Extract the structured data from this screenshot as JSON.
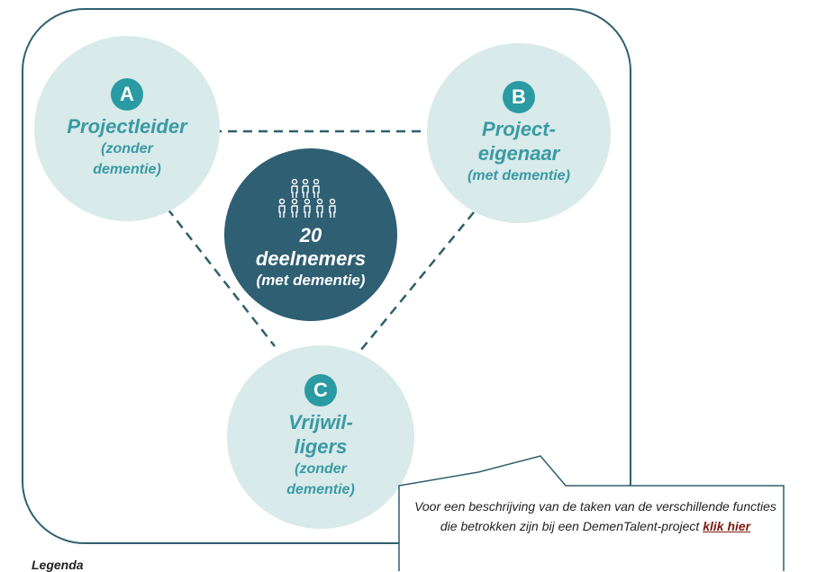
{
  "roles": [
    {
      "badge": "A",
      "title": "Projectleider",
      "subtitle": "(zonder dementie)"
    },
    {
      "badge": "B",
      "title": "Project-eigenaar",
      "subtitle": "(met dementie)"
    },
    {
      "badge": "C",
      "title": "Vrijwil-ligers",
      "subtitle": "(zonder dementie)"
    }
  ],
  "center": {
    "count": "20",
    "label": "deelnemers",
    "subtitle": "(met dementie)"
  },
  "callout": {
    "text": "Voor een beschrijving van de taken van de verschillende functies die betrokken zijn bij een DemenTalent-project",
    "link": "klik hier"
  },
  "legend": "Legenda",
  "colors": {
    "circle_light": "#d8eaea",
    "teal": "#2a9aa3",
    "center_dark": "#2f5f73",
    "frame": "#2f5f6e"
  }
}
